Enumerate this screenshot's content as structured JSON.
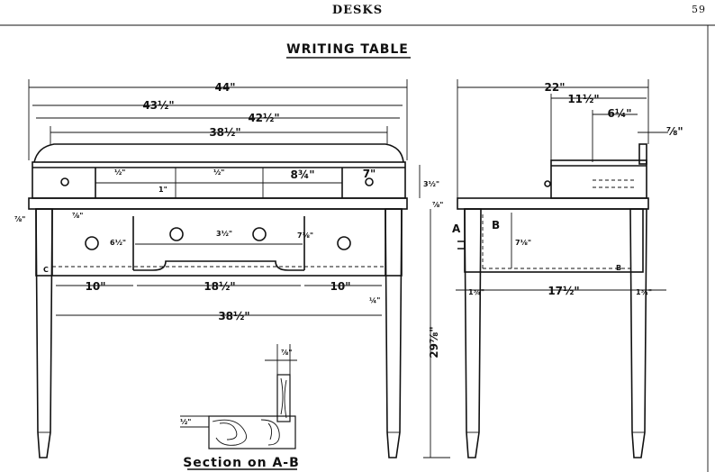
{
  "header": {
    "section": "DESKS",
    "page_number": "59"
  },
  "drawing": {
    "title": "WRITING TABLE",
    "section_caption": "Section on A-B",
    "front_view": {
      "overall_width": "44\"",
      "top_width": "43½\"",
      "back_rail_width": "42½\"",
      "gallery_width": "38½\"",
      "pigeonhole_width": "8¾\"",
      "small_drawer_width": "7\"",
      "gallery_height": "3½\"",
      "top_thickness": "⅞\"",
      "apron_thickness": "⅞\"",
      "drawer_height": "6½\"",
      "center_drawer_height": "3½\"",
      "rail_height": "7⅛\"",
      "side_drawer_width_left": "10\"",
      "center_drawer_width": "18½\"",
      "side_drawer_width_right": "10\"",
      "between_legs": "38½\"",
      "overall_height": "29⅞\"",
      "small_label_a": "½\"",
      "small_label_b": "1\"",
      "small_label_c": "½\"",
      "small_label_d": "¼\"",
      "small_label_e": "⅞\"",
      "corner_label": "C"
    },
    "side_view": {
      "overall_depth": "22\"",
      "gallery_depth": "11½\"",
      "gallery_inner": "6¼\"",
      "post_width": "⅞\"",
      "apron_height": "7⅛\"",
      "leg_left": "1¾\"",
      "between_legs": "17½\"",
      "leg_right": "1¾\"",
      "label_a": "A",
      "label_b": "B",
      "label_b2": "B"
    },
    "section_view": {
      "top_dim": "⅞\"",
      "side_dim": "½\""
    }
  }
}
